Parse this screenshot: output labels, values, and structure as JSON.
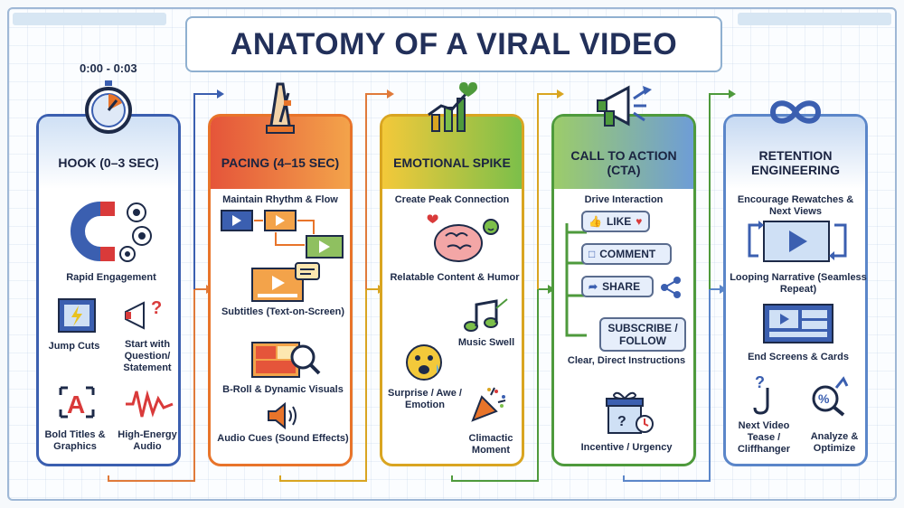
{
  "title": "ANATOMY OF A VIRAL VIDEO",
  "timestamp": "0:00 - 0:03",
  "columns": [
    {
      "heading": "HOOK (0–3 SEC)",
      "color": "#3b5fb0",
      "labels": [
        "Rapid Engagement",
        "Jump Cuts",
        "Start with Question/ Statement",
        "Bold Titles & Graphics",
        "High-Energy Audio"
      ]
    },
    {
      "heading": "PACING (4–15 SEC)",
      "color": "#e8742a",
      "subtitle": "Maintain Rhythm & Flow",
      "labels": [
        "Subtitles (Text-on-Screen)",
        "B-Roll & Dynamic Visuals",
        "Audio Cues (Sound Effects)"
      ]
    },
    {
      "heading": "EMOTIONAL SPIKE",
      "color": "#d9a521",
      "subtitle": "Create Peak Connection",
      "labels": [
        "Relatable Content & Humor",
        "Music Swell",
        "Surprise / Awe / Emotion",
        "Climactic Moment"
      ]
    },
    {
      "heading": "CALL TO ACTION (CTA)",
      "color": "#4e9a3c",
      "subtitle": "Drive Interaction",
      "buttons": [
        "LIKE",
        "COMMENT",
        "SHARE",
        "SUBSCRIBE / FOLLOW"
      ],
      "labels": [
        "Clear, Direct Instructions",
        "Incentive / Urgency"
      ]
    },
    {
      "heading": "RETENTION ENGINEERING",
      "color": "#5b86c9",
      "subtitle": "Encourage Rewatches & Next Views",
      "labels": [
        "Looping Narrative (Seamless Repeat)",
        "End Screens & Cards",
        "Next Video Tease / Cliffhanger",
        "Analyze & Optimize"
      ]
    }
  ]
}
